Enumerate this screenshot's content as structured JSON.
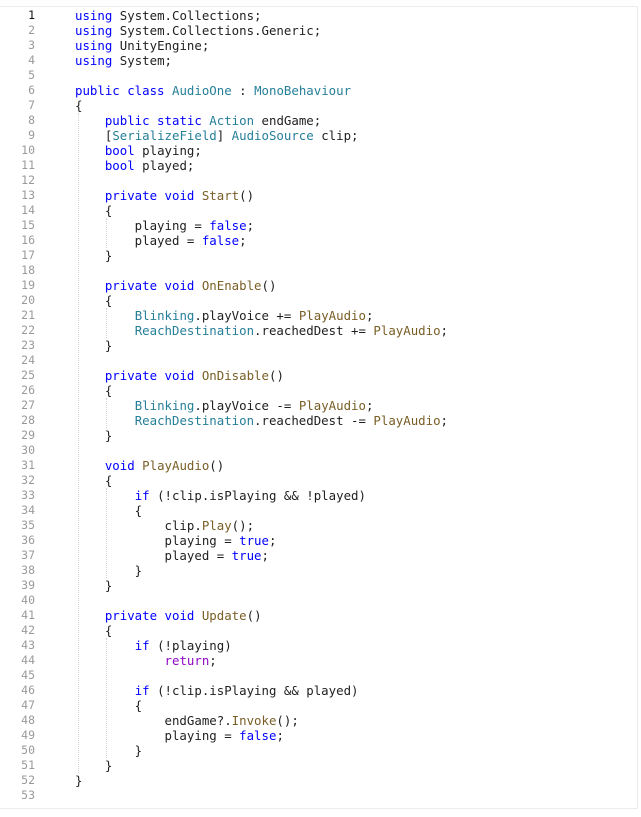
{
  "editor": {
    "active_line": "1",
    "lines": [
      {
        "n": "1",
        "t": [
          [
            "using",
            "kw"
          ],
          [
            " System.Collections;",
            ""
          ]
        ]
      },
      {
        "n": "2",
        "t": [
          [
            "using",
            "kw"
          ],
          [
            " System.Collections.Generic;",
            ""
          ]
        ]
      },
      {
        "n": "3",
        "t": [
          [
            "using",
            "kw"
          ],
          [
            " UnityEngine;",
            ""
          ]
        ]
      },
      {
        "n": "4",
        "t": [
          [
            "using",
            "kw"
          ],
          [
            " System;",
            ""
          ]
        ]
      },
      {
        "n": "5",
        "t": []
      },
      {
        "n": "6",
        "t": [
          [
            "public class",
            "kw"
          ],
          [
            " ",
            ""
          ],
          [
            "AudioOne",
            "typ"
          ],
          [
            " : ",
            ""
          ],
          [
            "MonoBehaviour",
            "typ"
          ]
        ]
      },
      {
        "n": "7",
        "t": [
          [
            "{",
            ""
          ]
        ]
      },
      {
        "n": "8",
        "t": [
          [
            "    ",
            ""
          ],
          [
            "public static",
            "kw"
          ],
          [
            " ",
            ""
          ],
          [
            "Action",
            "typ"
          ],
          [
            " endGame;",
            ""
          ]
        ]
      },
      {
        "n": "9",
        "t": [
          [
            "    [",
            ""
          ],
          [
            "SerializeField",
            "typ"
          ],
          [
            "] ",
            ""
          ],
          [
            "AudioSource",
            "typ"
          ],
          [
            " clip;",
            ""
          ]
        ]
      },
      {
        "n": "10",
        "t": [
          [
            "    ",
            ""
          ],
          [
            "bool",
            "kw"
          ],
          [
            " playing;",
            ""
          ]
        ]
      },
      {
        "n": "11",
        "t": [
          [
            "    ",
            ""
          ],
          [
            "bool",
            "kw"
          ],
          [
            " played;",
            ""
          ]
        ]
      },
      {
        "n": "12",
        "t": []
      },
      {
        "n": "13",
        "t": [
          [
            "    ",
            ""
          ],
          [
            "private void",
            "kw"
          ],
          [
            " ",
            ""
          ],
          [
            "Start",
            "fn"
          ],
          [
            "()",
            ""
          ]
        ]
      },
      {
        "n": "14",
        "t": [
          [
            "    {",
            ""
          ]
        ]
      },
      {
        "n": "15",
        "t": [
          [
            "        playing = ",
            ""
          ],
          [
            "false",
            "kw"
          ],
          [
            ";",
            ""
          ]
        ]
      },
      {
        "n": "16",
        "t": [
          [
            "        played = ",
            ""
          ],
          [
            "false",
            "kw"
          ],
          [
            ";",
            ""
          ]
        ]
      },
      {
        "n": "17",
        "t": [
          [
            "    }",
            ""
          ]
        ]
      },
      {
        "n": "18",
        "t": []
      },
      {
        "n": "19",
        "t": [
          [
            "    ",
            ""
          ],
          [
            "private void",
            "kw"
          ],
          [
            " ",
            ""
          ],
          [
            "OnEnable",
            "fn"
          ],
          [
            "()",
            ""
          ]
        ]
      },
      {
        "n": "20",
        "t": [
          [
            "    {",
            ""
          ]
        ]
      },
      {
        "n": "21",
        "t": [
          [
            "        ",
            ""
          ],
          [
            "Blinking",
            "typ"
          ],
          [
            ".playVoice += ",
            ""
          ],
          [
            "PlayAudio",
            "fn"
          ],
          [
            ";",
            ""
          ]
        ]
      },
      {
        "n": "22",
        "t": [
          [
            "        ",
            ""
          ],
          [
            "ReachDestination",
            "typ"
          ],
          [
            ".reachedDest += ",
            ""
          ],
          [
            "PlayAudio",
            "fn"
          ],
          [
            ";",
            ""
          ]
        ]
      },
      {
        "n": "23",
        "t": [
          [
            "    }",
            ""
          ]
        ]
      },
      {
        "n": "24",
        "t": []
      },
      {
        "n": "25",
        "t": [
          [
            "    ",
            ""
          ],
          [
            "private void",
            "kw"
          ],
          [
            " ",
            ""
          ],
          [
            "OnDisable",
            "fn"
          ],
          [
            "()",
            ""
          ]
        ]
      },
      {
        "n": "26",
        "t": [
          [
            "    {",
            ""
          ]
        ]
      },
      {
        "n": "27",
        "t": [
          [
            "        ",
            ""
          ],
          [
            "Blinking",
            "typ"
          ],
          [
            ".playVoice -= ",
            ""
          ],
          [
            "PlayAudio",
            "fn"
          ],
          [
            ";",
            ""
          ]
        ]
      },
      {
        "n": "28",
        "t": [
          [
            "        ",
            ""
          ],
          [
            "ReachDestination",
            "typ"
          ],
          [
            ".reachedDest -= ",
            ""
          ],
          [
            "PlayAudio",
            "fn"
          ],
          [
            ";",
            ""
          ]
        ]
      },
      {
        "n": "29",
        "t": [
          [
            "    }",
            ""
          ]
        ]
      },
      {
        "n": "30",
        "t": []
      },
      {
        "n": "31",
        "t": [
          [
            "    ",
            ""
          ],
          [
            "void",
            "kw"
          ],
          [
            " ",
            ""
          ],
          [
            "PlayAudio",
            "fn"
          ],
          [
            "()",
            ""
          ]
        ]
      },
      {
        "n": "32",
        "t": [
          [
            "    {",
            ""
          ]
        ]
      },
      {
        "n": "33",
        "t": [
          [
            "        ",
            ""
          ],
          [
            "if",
            "kw"
          ],
          [
            " (!clip.isPlaying && !played)",
            ""
          ]
        ]
      },
      {
        "n": "34",
        "t": [
          [
            "        {",
            ""
          ]
        ]
      },
      {
        "n": "35",
        "t": [
          [
            "            clip.",
            ""
          ],
          [
            "Play",
            "fn"
          ],
          [
            "();",
            ""
          ]
        ]
      },
      {
        "n": "36",
        "t": [
          [
            "            playing = ",
            ""
          ],
          [
            "true",
            "kw"
          ],
          [
            ";",
            ""
          ]
        ]
      },
      {
        "n": "37",
        "t": [
          [
            "            played = ",
            ""
          ],
          [
            "true",
            "kw"
          ],
          [
            ";",
            ""
          ]
        ]
      },
      {
        "n": "38",
        "t": [
          [
            "        }",
            ""
          ]
        ]
      },
      {
        "n": "39",
        "t": [
          [
            "    }",
            ""
          ]
        ]
      },
      {
        "n": "40",
        "t": []
      },
      {
        "n": "41",
        "t": [
          [
            "    ",
            ""
          ],
          [
            "private void",
            "kw"
          ],
          [
            " ",
            ""
          ],
          [
            "Update",
            "fn"
          ],
          [
            "()",
            ""
          ]
        ]
      },
      {
        "n": "42",
        "t": [
          [
            "    {",
            ""
          ]
        ]
      },
      {
        "n": "43",
        "t": [
          [
            "        ",
            ""
          ],
          [
            "if",
            "kw"
          ],
          [
            " (!playing)",
            ""
          ]
        ]
      },
      {
        "n": "44",
        "t": [
          [
            "            ",
            ""
          ],
          [
            "return",
            "ctl"
          ],
          [
            ";",
            ""
          ]
        ]
      },
      {
        "n": "45",
        "t": []
      },
      {
        "n": "46",
        "t": [
          [
            "        ",
            ""
          ],
          [
            "if",
            "kw"
          ],
          [
            " (!clip.isPlaying && played)",
            ""
          ]
        ]
      },
      {
        "n": "47",
        "t": [
          [
            "        {",
            ""
          ]
        ]
      },
      {
        "n": "48",
        "t": [
          [
            "            endGame?.",
            ""
          ],
          [
            "Invoke",
            "fn"
          ],
          [
            "();",
            ""
          ]
        ]
      },
      {
        "n": "49",
        "t": [
          [
            "            playing = ",
            ""
          ],
          [
            "false",
            "kw"
          ],
          [
            ";",
            ""
          ]
        ]
      },
      {
        "n": "50",
        "t": [
          [
            "        }",
            ""
          ]
        ]
      },
      {
        "n": "51",
        "t": [
          [
            "    }",
            ""
          ]
        ]
      },
      {
        "n": "52",
        "t": [
          [
            "}",
            ""
          ]
        ]
      },
      {
        "n": "53",
        "t": []
      }
    ]
  },
  "colors": {
    "keyword": "#0000ff",
    "control": "#8f08c4",
    "type": "#267f99",
    "function": "#795e26",
    "text": "#1f1f1f",
    "line_number": "#9a9a9a"
  }
}
